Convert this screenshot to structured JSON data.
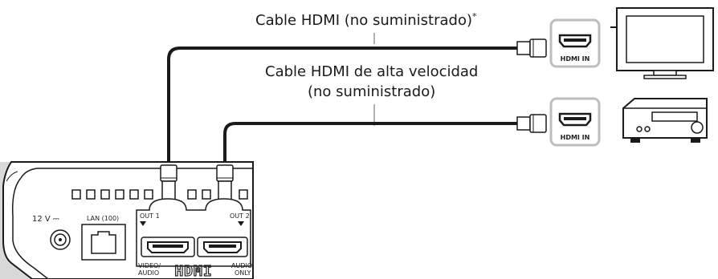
{
  "captions": {
    "cable_1": "Cable HDMI (no suministrado)",
    "cable_1_note_mark": "*",
    "cable_2_line1": "Cable HDMI de alta velocidad",
    "cable_2_line2": "(no suministrado)"
  },
  "tv_port": {
    "label": "HDMI IN"
  },
  "receiver_port": {
    "label": "HDMI IN"
  },
  "player": {
    "power_label": "12 V ⎓",
    "lan_label": "LAN (100)",
    "out1_label": "OUT 1",
    "out2_label": "OUT 2",
    "out1_sub_line1": "VIDEO/",
    "out1_sub_line2": "AUDIO",
    "out2_sub_line1": "AUDIO",
    "out2_sub_line2": "ONLY",
    "hdmi_logo": "HDMI"
  },
  "colors": {
    "line": "#1a1a1a",
    "cable": "#1a1a1a",
    "port_border": "#bdbdbd"
  }
}
